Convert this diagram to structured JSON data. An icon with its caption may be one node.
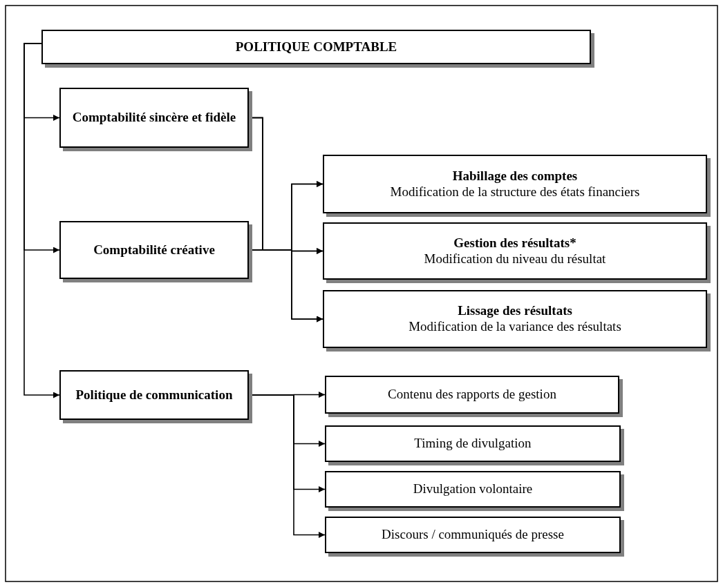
{
  "diagram": {
    "nodes": [
      {
        "text": [
          "POLITIQUE COMPTABLE"
        ]
      },
      {
        "text": [
          "Comptabilité sincère et fidèle"
        ]
      },
      {
        "text": [
          "Comptabilité créative"
        ]
      },
      {
        "text": [
          "Habillage des comptes",
          "Modification de la structure des états financiers"
        ]
      },
      {
        "text": [
          "Gestion des résultats*",
          "Modification du niveau du résultat"
        ]
      },
      {
        "text": [
          "Lissage des résultats",
          "Modification de la variance des résultats"
        ]
      },
      {
        "text": [
          "Politique de communication"
        ]
      },
      {
        "text": [
          "Contenu des rapports de gestion"
        ]
      },
      {
        "text": [
          "Timing de divulgation"
        ]
      },
      {
        "text": [
          "Divulgation volontaire"
        ]
      },
      {
        "text": [
          "Discours / communiqués de presse"
        ]
      }
    ],
    "edges": [
      {
        "from": 0,
        "to": 1,
        "arrow": "to"
      },
      {
        "from": 0,
        "to": 2,
        "arrow": "to"
      },
      {
        "from": 0,
        "to": 6,
        "arrow": "to"
      },
      {
        "from": 1,
        "to": 3,
        "arrow": "to"
      },
      {
        "from": 1,
        "to": 4,
        "arrow": "to"
      },
      {
        "from": 1,
        "to": 5,
        "arrow": "to"
      },
      {
        "from": 2,
        "to": 3,
        "arrow": "to"
      },
      {
        "from": 2,
        "to": 4,
        "arrow": "to"
      },
      {
        "from": 2,
        "to": 5,
        "arrow": "to"
      },
      {
        "from": 6,
        "to": 7,
        "arrow": "to"
      },
      {
        "from": 6,
        "to": 8,
        "arrow": "to"
      },
      {
        "from": 6,
        "to": 9,
        "arrow": "to"
      },
      {
        "from": 6,
        "to": 10,
        "arrow": "to"
      }
    ]
  }
}
